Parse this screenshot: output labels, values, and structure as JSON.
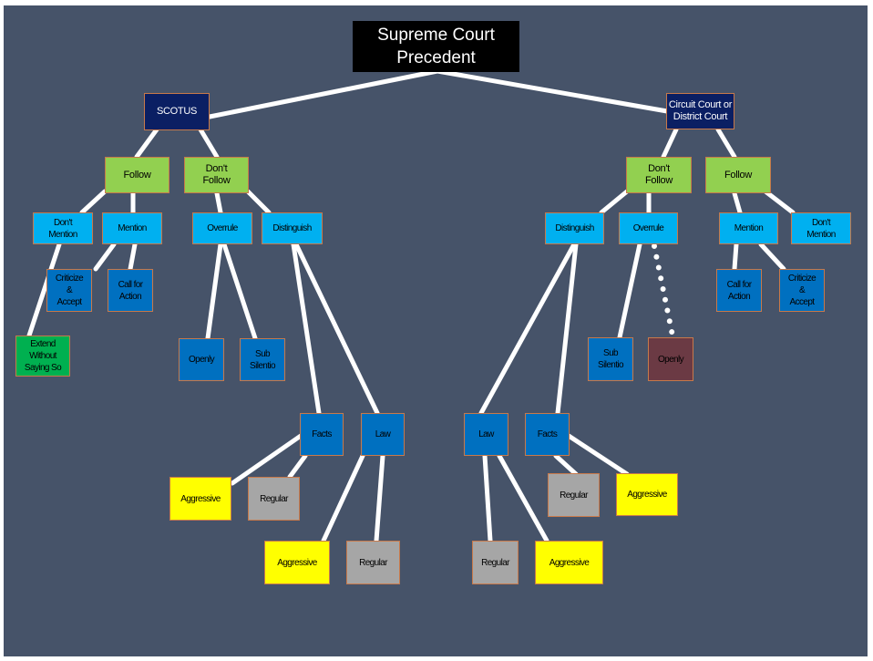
{
  "colors": {
    "background": "#465369",
    "connector": "#ffffff",
    "root": "#000000",
    "court": "#0b1f63",
    "follow": "#92d050",
    "option": "#00b0f0",
    "action": "#0070c0",
    "extend": "#00b050",
    "overruled_openly": "#6b3a44",
    "aggressive": "#ffff00",
    "regular": "#a6a6a6",
    "node_border": "#c8794a"
  },
  "root": {
    "label": "Supreme Court\nPrecedent"
  },
  "scotus": {
    "label": "SCOTUS",
    "follow": "Follow",
    "dont_follow": "Don't\nFollow",
    "dont_mention": "Don't\nMention",
    "mention": "Mention",
    "criticize_accept": "Criticize\n&\nAccept",
    "call_for_action": "Call for\nAction",
    "extend_without_saying": "Extend\nWithout\nSaying So",
    "overrule": "Overrule",
    "distinguish": "Distinguish",
    "openly": "Openly",
    "sub_silentio": "Sub\nSilentio",
    "facts": "Facts",
    "law": "Law",
    "facts_aggressive": "Aggressive",
    "facts_regular": "Regular",
    "law_aggressive": "Aggressive",
    "law_regular": "Regular"
  },
  "lower": {
    "label": "Circuit Court or\nDistrict Court",
    "dont_follow": "Don't\nFollow",
    "follow": "Follow",
    "distinguish": "Distinguish",
    "overrule": "Overrule",
    "mention": "Mention",
    "dont_mention": "Don't\nMention",
    "call_for_action": "Call for\nAction",
    "criticize_accept": "Criticize\n&\nAccept",
    "sub_silentio": "Sub\nSilentio",
    "openly": "Openly",
    "law": "Law",
    "facts": "Facts",
    "law_regular": "Regular",
    "law_aggressive": "Aggressive",
    "facts_regular": "Regular",
    "facts_aggressive": "Aggressive"
  }
}
